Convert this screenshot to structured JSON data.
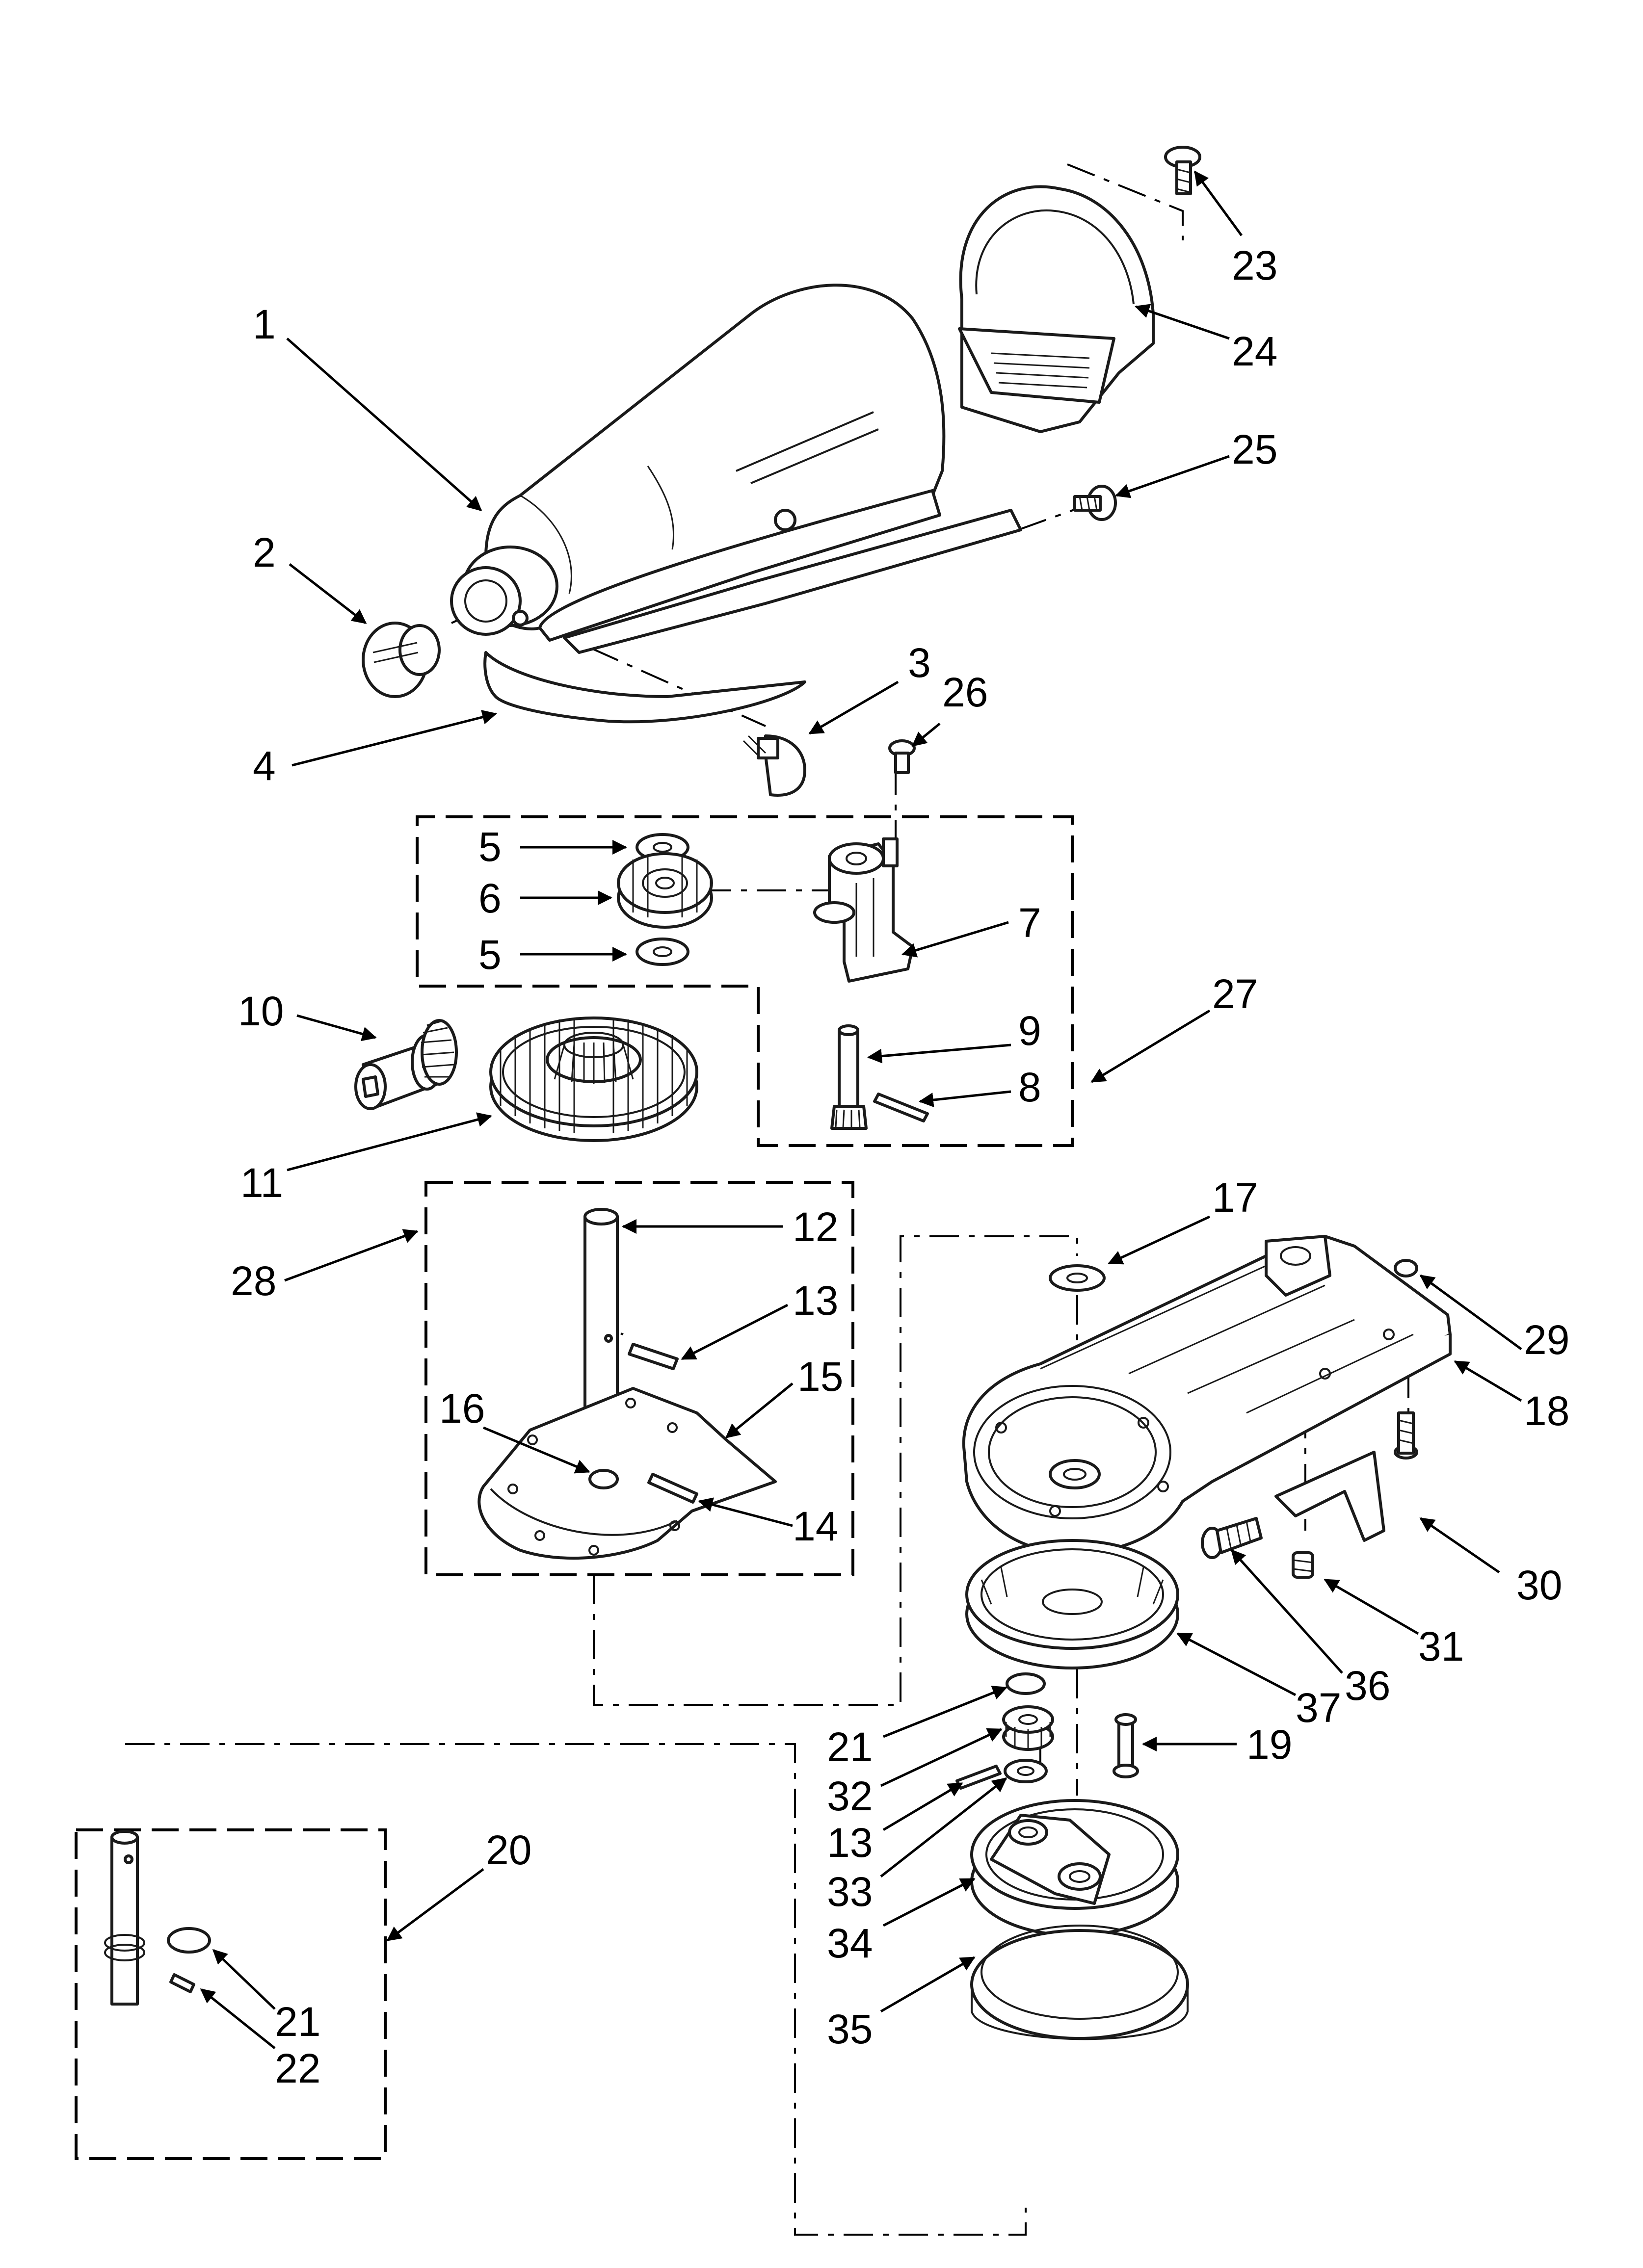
{
  "diagram": {
    "callouts": [
      {
        "id": "c1",
        "label": "1"
      },
      {
        "id": "c2",
        "label": "2"
      },
      {
        "id": "c3",
        "label": "3"
      },
      {
        "id": "c4",
        "label": "4"
      },
      {
        "id": "c5a",
        "label": "5"
      },
      {
        "id": "c6",
        "label": "6"
      },
      {
        "id": "c5b",
        "label": "5"
      },
      {
        "id": "c7",
        "label": "7"
      },
      {
        "id": "c8",
        "label": "8"
      },
      {
        "id": "c9",
        "label": "9"
      },
      {
        "id": "c10",
        "label": "10"
      },
      {
        "id": "c11",
        "label": "11"
      },
      {
        "id": "c12",
        "label": "12"
      },
      {
        "id": "c13a",
        "label": "13"
      },
      {
        "id": "c14",
        "label": "14"
      },
      {
        "id": "c15",
        "label": "15"
      },
      {
        "id": "c16",
        "label": "16"
      },
      {
        "id": "c17",
        "label": "17"
      },
      {
        "id": "c18",
        "label": "18"
      },
      {
        "id": "c19",
        "label": "19"
      },
      {
        "id": "c20",
        "label": "20"
      },
      {
        "id": "c21a",
        "label": "21"
      },
      {
        "id": "c21b",
        "label": "21"
      },
      {
        "id": "c22",
        "label": "22"
      },
      {
        "id": "c23",
        "label": "23"
      },
      {
        "id": "c24",
        "label": "24"
      },
      {
        "id": "c25",
        "label": "25"
      },
      {
        "id": "c26",
        "label": "26"
      },
      {
        "id": "c27",
        "label": "27"
      },
      {
        "id": "c28",
        "label": "28"
      },
      {
        "id": "c29",
        "label": "29"
      },
      {
        "id": "c30",
        "label": "30"
      },
      {
        "id": "c31",
        "label": "31"
      },
      {
        "id": "c32",
        "label": "32"
      },
      {
        "id": "c13b",
        "label": "13"
      },
      {
        "id": "c33",
        "label": "33"
      },
      {
        "id": "c34",
        "label": "34"
      },
      {
        "id": "c35",
        "label": "35"
      },
      {
        "id": "c36",
        "label": "36"
      },
      {
        "id": "c37",
        "label": "37"
      }
    ]
  }
}
